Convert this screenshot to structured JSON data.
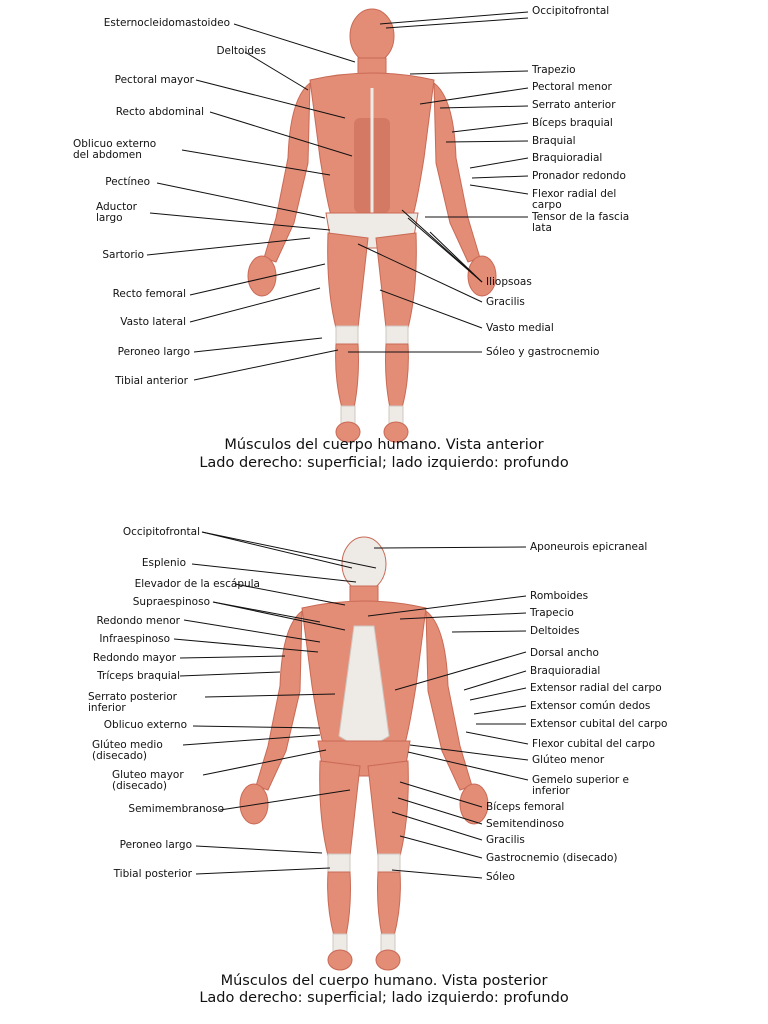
{
  "colors": {
    "muscle": "#e38c76",
    "muscle_dark": "#c96a55",
    "tendon": "#eeeae6",
    "bone": "#e8e2dc",
    "line": "#111111"
  },
  "anterior": {
    "caption_line1": "Músculos del cuerpo humano. Vista anterior",
    "caption_line2": "Lado derecho: superficial; lado izquierdo: profundo",
    "labels_left": [
      "Esternocleidomastoideo",
      "Deltoides",
      "Pectoral mayor",
      "Recto abdominal",
      "Oblicuo externo\ndel abdomen",
      "Pectíneo",
      "Aductor\nlargo",
      "Sartorio",
      "Recto femoral",
      "Vasto lateral",
      "Peroneo largo",
      "Tibial anterior"
    ],
    "labels_right": [
      "Occipitofrontal",
      "Trapezio",
      "Pectoral menor",
      "Serrato anterior",
      "Bíceps braquial",
      "Braquial",
      "Braquioradial",
      "Pronador redondo",
      "Flexor radial del\ncarpo",
      "Tensor de la fascia\nlata",
      "Iliopsoas",
      "Gracilis",
      "Vasto medial",
      "Sóleo y gastrocnemio"
    ]
  },
  "posterior": {
    "caption_line1": "Músculos del cuerpo humano. Vista posterior",
    "caption_line2": "Lado derecho: superficial; lado izquierdo: profundo",
    "labels_left": [
      "Occipitofrontal",
      "Esplenio",
      "Elevador de la escápula",
      "Supraespinoso",
      "Redondo menor",
      "Infraespinoso",
      "Redondo mayor",
      "Tríceps braquial",
      "Serrato posterior\ninferior",
      "Oblicuo externo",
      "Glúteo medio\n(disecado)",
      "Gluteo mayor\n(disecado)",
      "Semimembranoso",
      "Peroneo largo",
      "Tibial posterior"
    ],
    "labels_right": [
      "Aponeurois epicraneal",
      "Romboides",
      "Trapecio",
      "Deltoides",
      "Dorsal ancho",
      "Braquioradial",
      "Extensor radial del carpo",
      "Extensor común dedos",
      "Extensor cubital del carpo",
      "Flexor cubital del carpo",
      "Glúteo menor",
      "Gemelo superior e\ninferior",
      "Bíceps femoral",
      "Semitendinoso",
      "Gracilis",
      "Gastrocnemio (disecado)",
      "Sóleo"
    ]
  }
}
